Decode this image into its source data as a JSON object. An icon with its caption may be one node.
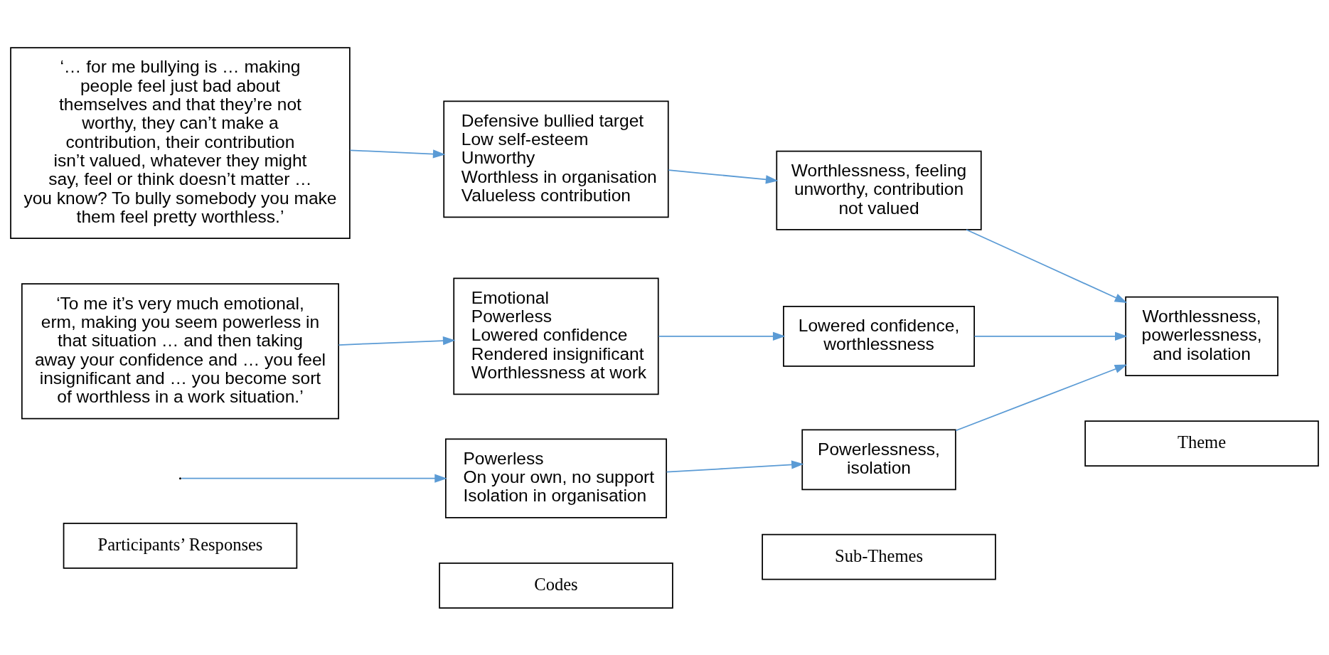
{
  "diagram": {
    "nodes": [
      {
        "text": [
          "Participants’ Responses"
        ]
      },
      {
        "text": [
          "Codes"
        ]
      },
      {
        "text": [
          "Sub-Themes"
        ]
      },
      {
        "text": [
          "Theme"
        ]
      },
      {
        "text": [
          "‘… for me bullying is … making people feel just bad about themselves and that they’re not worthy, they can’t make a contribution, their contribution isn’t valued, whatever they might say, feel or think doesn’t matter … you know? To bully somebody you make them feel pretty worthless.’"
        ]
      },
      {
        "text": [
          "Defensive bullied target",
          "Low self-esteem",
          "Unworthy",
          "Worthless in organisation",
          "Valueless contribution"
        ]
      },
      {
        "text": [
          "Worthlessness, feeling unworthy, contribution not valued"
        ]
      },
      {
        "text": [
          "‘To me it’s very much emotional, erm, making you seem powerless in that situation … and then taking away your confidence and … you feel insignificant and … you become sort of worthless in a work situation.’"
        ]
      },
      {
        "text": [
          "Emotional",
          "Powerless",
          "Lowered confidence",
          "Rendered insignificant",
          "Worthlessness at work"
        ]
      },
      {
        "text": [
          "Lowered confidence, worthlessness"
        ]
      },
      {
        "text": [
          "Powerless",
          "On your own, no support",
          "Isolation in organisation"
        ]
      },
      {
        "text": [
          "Powerlessness, isolation"
        ]
      },
      {
        "text": [
          "Worthlessness, powerlessness, and isolation"
        ]
      }
    ],
    "edges": [
      {
        "from": 4,
        "to": 5,
        "arrow": "to"
      },
      {
        "from": 5,
        "to": 6,
        "arrow": "to"
      },
      {
        "from": 6,
        "to": 12,
        "arrow": "to"
      },
      {
        "from": 7,
        "to": 8,
        "arrow": "to"
      },
      {
        "from": 8,
        "to": 9,
        "arrow": "to"
      },
      {
        "from": 9,
        "to": 12,
        "arrow": "to"
      },
      {
        "from": null,
        "to": 10,
        "arrow": "to"
      },
      {
        "from": 10,
        "to": 11,
        "arrow": "to"
      },
      {
        "from": 11,
        "to": 12,
        "arrow": "to"
      }
    ]
  }
}
